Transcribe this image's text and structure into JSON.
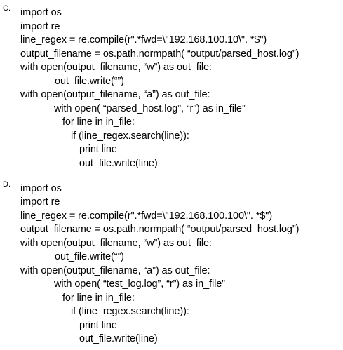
{
  "options": [
    {
      "letter": "C.",
      "lines": [
        "import os",
        "import re",
        "line_regex = re.compile(r\".*fwd=\\\"192.168.100.10\\\". *$\")",
        "output_filename = os.path.normpath( “output/parsed_host.log”)",
        "with open(output_filename, “w”) as out_file:",
        "out_file.write(“”)",
        "with open(output_filename, “a”) as out_file:",
        "with open( “parsed_host.log”, “r”) as in_file”",
        "for line in in_file:",
        "if (line_regex.search(line)):",
        "print line",
        "out_file.write(line)"
      ]
    },
    {
      "letter": "D.",
      "lines": [
        "import os",
        "import re",
        "line_regex = re.compile(r\".*fwd=\\\"192.168.100.100\\\". *$\")",
        "output_filename = os.path.normpath( “output/parsed_host.log”)",
        "with open(output_filename, “w”) as out_file:",
        "out_file.write(“”)",
        "with open(output_filename, “a”) as out_file:",
        "with open( “test_log.log”, “r”) as in_file”",
        "for line in in_file:",
        "if (line_regex.search(line)):",
        "print line",
        "out_file.write(line)"
      ]
    }
  ]
}
